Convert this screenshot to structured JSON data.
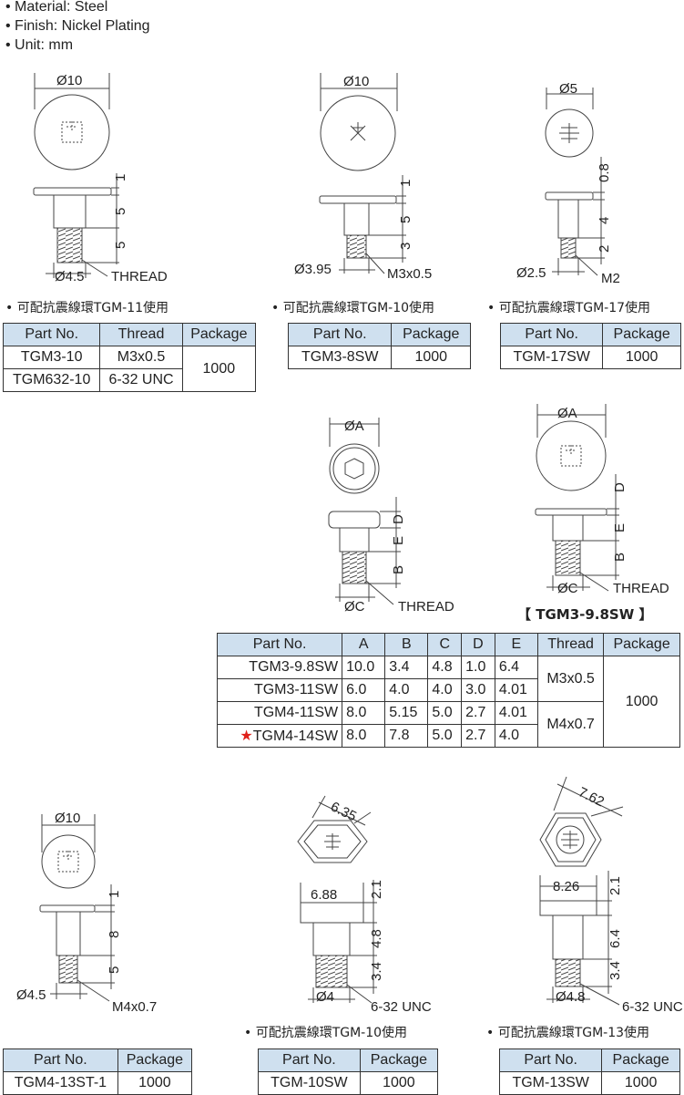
{
  "specs": [
    "• Material: Steel",
    "• Finish: Nickel Plating",
    "• Unit: mm"
  ],
  "notes": {
    "tgm11": "• 可配抗震線環TGM-11使用",
    "tgm10a": "• 可配抗震線環TGM-10使用",
    "tgm17": "• 可配抗震線環TGM-17使用",
    "tgm10b": "• 可配抗震線環TGM-10使用",
    "tgm13": "• 可配抗震線環TGM-13使用"
  },
  "caption_tgm398": "【 TGM3-9.8SW 】",
  "dims": {
    "d1": {
      "head": "Ø10",
      "h1": "1",
      "h2": "5",
      "h3": "5",
      "shank": "Ø4.5",
      "thread": "THREAD"
    },
    "d2": {
      "head": "Ø10",
      "h1": "1",
      "h2": "5",
      "h3": "3",
      "shank": "Ø3.95",
      "thread": "M3x0.5"
    },
    "d3": {
      "head": "Ø5",
      "h1": "0.8",
      "h2": "4",
      "h3": "2",
      "shank": "Ø2.5",
      "thread": "M2"
    },
    "d4": {
      "head": "ØA",
      "h1": "D",
      "h2": "E",
      "h3": "B",
      "shank": "ØC",
      "thread": "THREAD"
    },
    "d5": {
      "head": "ØA",
      "h1": "D",
      "h2": "E",
      "h3": "B",
      "shank": "ØC",
      "thread": "THREAD"
    },
    "d6": {
      "head": "Ø10",
      "h1": "1",
      "h2": "8",
      "h3": "5",
      "shank": "Ø4.5",
      "thread": "M4x0.7"
    },
    "d7": {
      "hex": "6.35",
      "head": "6.88",
      "h1": "2.1",
      "h2": "4.8",
      "h3": "3.4",
      "shank": "Ø4",
      "thread": "6-32 UNC"
    },
    "d8": {
      "hex": "7.62",
      "head": "8.26",
      "h1": "2.1",
      "h2": "6.4",
      "h3": "3.4",
      "shank": "Ø4.8",
      "thread": "6-32 UNC"
    }
  },
  "table1": {
    "headers": [
      "Part No.",
      "Thread",
      "Package"
    ],
    "rows": [
      [
        "TGM3-10",
        "M3x0.5"
      ],
      [
        "TGM632-10",
        "6-32 UNC"
      ]
    ],
    "package": "1000"
  },
  "table2": {
    "headers": [
      "Part No.",
      "Package"
    ],
    "row": [
      "TGM3-8SW",
      "1000"
    ]
  },
  "table3": {
    "headers": [
      "Part No.",
      "Package"
    ],
    "row": [
      "TGM-17SW",
      "1000"
    ]
  },
  "table4": {
    "headers": [
      "Part No.",
      "A",
      "B",
      "C",
      "D",
      "E",
      "Thread",
      "Package"
    ],
    "rows": [
      [
        "TGM3-9.8SW",
        "10.0",
        "3.4",
        "4.8",
        "1.0",
        "6.4"
      ],
      [
        "TGM3-11SW",
        "6.0",
        "4.0",
        "4.0",
        "3.0",
        "4.01"
      ],
      [
        "TGM4-11SW",
        "8.0",
        "5.15",
        "5.0",
        "2.7",
        "4.01"
      ],
      [
        "TGM4-14SW",
        "8.0",
        "7.8",
        "5.0",
        "2.7",
        "4.0"
      ]
    ],
    "thread_a": "M3x0.5",
    "thread_b": "M4x0.7",
    "package": "1000",
    "star": "★"
  },
  "table5": {
    "headers": [
      "Part No.",
      "Package"
    ],
    "row": [
      "TGM4-13ST-1",
      "1000"
    ]
  },
  "table6": {
    "headers": [
      "Part No.",
      "Package"
    ],
    "row": [
      "TGM-10SW",
      "1000"
    ]
  },
  "table7": {
    "headers": [
      "Part No.",
      "Package"
    ],
    "row": [
      "TGM-13SW",
      "1000"
    ]
  }
}
